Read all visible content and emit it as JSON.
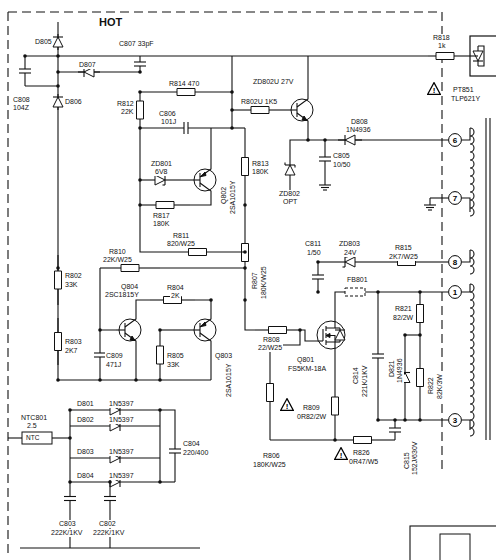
{
  "diagram": {
    "nodes": [
      {
        "text": [
          "!"
        ]
      },
      {
        "text": [
          "6"
        ]
      },
      {
        "text": [
          "7"
        ]
      },
      {
        "text": [
          "8"
        ]
      },
      {
        "text": [
          "1"
        ]
      },
      {
        "text": [
          "!"
        ]
      },
      {
        "text": [
          "3"
        ]
      },
      {
        "text": [
          "!"
        ]
      }
    ],
    "labels": [
      "HOT",
      "R818",
      "1k",
      "PT851",
      "TLP621Y",
      "D805",
      "D807",
      "D806",
      "C808",
      "104Z",
      "C807 33pF",
      "R814 470",
      "R812",
      "22K",
      "C806",
      "101J",
      "ZD802U 27V",
      "R802U 1K5",
      "D808",
      "1N4936",
      "C805",
      "10/50",
      "ZD801",
      "6V8",
      "R817",
      "180K",
      "Q802",
      "2SA1015Y",
      "R813",
      "180K",
      "ZD802",
      "OPT",
      "R811",
      "820/W25",
      "R810",
      "22K/W25",
      "R807",
      "180K/W25",
      "C811",
      "1/50",
      "ZD803",
      "24V",
      "R815",
      "2K7/W25",
      "R802",
      "33K",
      "Q804",
      "2SC1815Y",
      "R804",
      "2K",
      "FB801",
      "R821",
      "82/2W",
      "R808",
      "22/W25",
      "Q801",
      "FS5KM-18A",
      "C809",
      "471J",
      "R805",
      "33K",
      "Q803",
      "2SA1015Y",
      "R803",
      "2K7",
      "C814",
      "221K/1KV",
      "D821",
      "1N4936",
      "R822",
      "82K/3W",
      "R809",
      "0R82/2W",
      "C815",
      "152J/630V",
      "NTC801",
      "2.5",
      "NTC",
      "D801",
      "1N5397",
      "D802",
      "1N5397",
      "D803",
      "1N5397",
      "D804",
      "1N5397",
      "C804",
      "220/400",
      "R806",
      "180K/W25",
      "R826",
      "0R47/W5",
      "C803",
      "222K/1KV",
      "C802",
      "222K/1KV"
    ]
  }
}
